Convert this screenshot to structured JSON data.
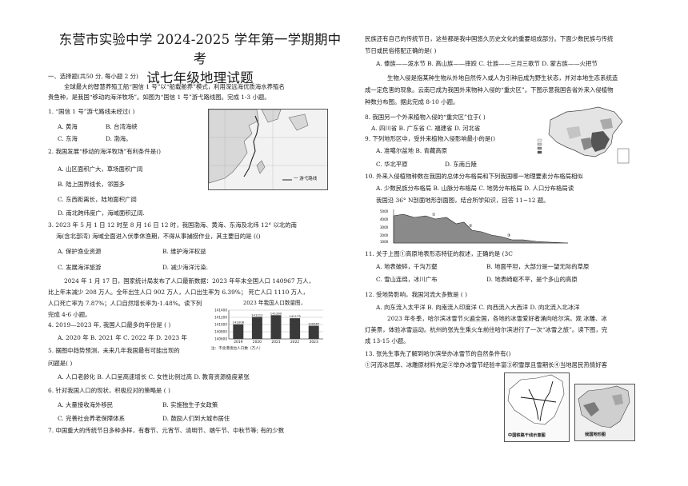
{
  "exam": {
    "title_line1": "东营市实验中学 2024-2025 学年第一学期期中考",
    "title_line2": "试七年级地理试题"
  },
  "left": {
    "section1": "一、选择题(共50 分, 每小题 2 分)",
    "intro1": "全球最大的智慧养殖工船“国信 1 号”以“船载舱养”模式，利用深远海优质海水养殖名",
    "intro2": "贵鱼种，是我国“移动的海洋牧场”。如图为“国信 1 号”游弋路线图。完成 1-3 小题。",
    "q1": "1. “国信 1 号”游弋路线未经过( )",
    "q1_a": "A. 黄海",
    "q1_b": "B. 台湾海峡",
    "q1_c": "C. 东海",
    "q1_d": "D. 渤海。",
    "q2": "2. 我国发展“移动的海洋牧场”有利条件是()",
    "q2_a": "A. 山区面积广大，草场面积广阔",
    "q2_b": "B. 陆上国界线长，邻国多",
    "q2_c": "C. 东西距离长，陆地面积广阔",
    "q2_d": "D. 南北跨纬度广，海域面积辽阔.",
    "map1_legend": "一 游弋路线",
    "q3_l1": "3. 2023 年 5 月 1 日 12 时至 8 月 16 日 12 时，我国渤海、黄海、东海及北纬 12° 以北的南",
    "q3_l2": "海(含北部湾) 海域全面进入伏季休渔期，不得从事捕捞作业，其主要目的是 (()",
    "q3_a": "A. 保护渔业资源",
    "q3_b": "B. 维护海洋权益",
    "q3_c": "C. 发展海洋旅游",
    "q3_d": "D. 减少海洋污染.",
    "pop_l1": "2024 年 1 月 17 日，国家统计局发布了人口最新数据：2023 年年末全国人口 140967 万人，",
    "pop_l2": "比上年末减少 208 万人。全年出生人口 902 万人，人口出生率为 6.39%；  死亡人口 1110 万人，",
    "pop_l3": "人口死亡率为 7.87%；人口自然增长率为-1.48%。读下列",
    "pop_l3_tail": "2023 年我国人口数量图，",
    "pop_l4": "完成 4-6 小题。",
    "q4": "4. 2019—2023 年, 我国人口最多的年份是 ( )",
    "q4_opts": "A. 2020 年  B. 2021 年  C. 2022 年  D. 2023 年",
    "q5_l1": "5. 据图中趋势预测，未来几年我国最有可能出现的",
    "q5_l2": "问题是(      )",
    "q5_opts": "A. 人口老龄化  B. 人口呈高速增长 C. 女性比例过高   D. 教育资源极度紧张",
    "q6": "6. 针对我国人口的现状，积极应对的策略是 ( )",
    "q6_a": "A. 大量接收海外移民",
    "q6_b": "B. 实施独生子女政策",
    "q6_c": "C. 完善社会养老保障体系",
    "q6_d": "D. 鼓励人们到大城市居住",
    "q7_l1": "7. 中国重大的传统节日多种多样，有春节、元宵节、清明节、端午节、中秋节等;   有的少数"
  },
  "right": {
    "q7_l2": "民族还有自己的传统节日，这些都是我中国悠久历史文化的重要组成部分。下面少数民族与传统",
    "q7_l3": "节日或民俗搭配正确的是( )",
    "q7_opts": "A. 傣族——泼水节   B. 高山族——摔跤 C. 壮族——三月三歌节 D. 蒙古族——火把节",
    "bio_l1": "生物入侵是指某种生物从外地自然传入或人为引种后成为野生状态，并对本地生态系统造",
    "bio_l2": "成一定危害的现象。云南已成为我国外来物种入侵的“重灾区”。下图示意我国各省外来入侵植物",
    "bio_l3": "种数分布图。据此完成 8-10 小题。",
    "q8": "8. 我国另一个外来植物入侵的“重灾区”位于( )",
    "q8_opts": "A. 四川省 B. 广东省 C. 福建省 D. 河北省",
    "q9": "9. 下列地形区中，受外来植物入侵影响最小的是()",
    "q9_a": "A. 准噶尔盆地 B. 青藏高原",
    "q9_c": "C. 华北平原",
    "q9_d": "D. 东南丘陵",
    "q10": "10. 外来入侵植物种数在我国的总体分布格局和下列我国哪一地理要素分布格局相似",
    "q10_opts": "A. 少数民族分布格局 B. 山脉分布格局 C. 地势分布格局 D. 人口分布格局读",
    "q10_tail": "我国沿 36° N剖面地形剖面图，结合所学知识，回答 11~12 题。",
    "q11": "11. 关于上图①高原地表形态特征的叙述，正确的是 (3C",
    "q11_a": "A. 地表破碎，千沟万壑",
    "q11_b": "B. 地面平坦，大部分是一望无际的草原",
    "q11_c": "C. 雪山连绵，冰川广布",
    "q11_d": "D. 地表崎岖不平，是个多山的高原",
    "q12": "12. 受地势影响，我国河流大多数是 (      )",
    "q12_opts": "A. 向东流入太平洋 B. 向南流入印度洋 C. 向西流入大西洋 D. 向北流入北冰洋",
    "ice_l1": "2023 年冬季，哈尔滨冰雪节火遍全国，各地的冰雪爱好者涌向哈尔滨。观   冰雕、冰",
    "ice_l2": "灯美景，体验冰雪运动。杭州的张先生乘火车前往哈尔滨进行了一次“冰雪之旅”。读下图，完",
    "ice_l3": "成 13-15 小题。",
    "q13": "13. 张先生事先了解到哈尔滨举办冰雪节的自然条件有()",
    "q13_opts": "①河流冰层厚、冰雕原材料充足②举办冰雪节经验丰富③积雪厚且雪期长④当地居民热情好客",
    "map3_caption": "中国铁路干线示意图",
    "map4_caption": "我国地形图"
  },
  "chart_data": {
    "type": "bar",
    "title": "",
    "categories": [
      "2019",
      "2020",
      "2021",
      "2022",
      "2023"
    ],
    "values": [
      141008,
      141212,
      141260,
      141175,
      140967
    ],
    "ylim": [
      140600,
      141400
    ],
    "note": "注：不含港澳台人口数（万人）"
  }
}
